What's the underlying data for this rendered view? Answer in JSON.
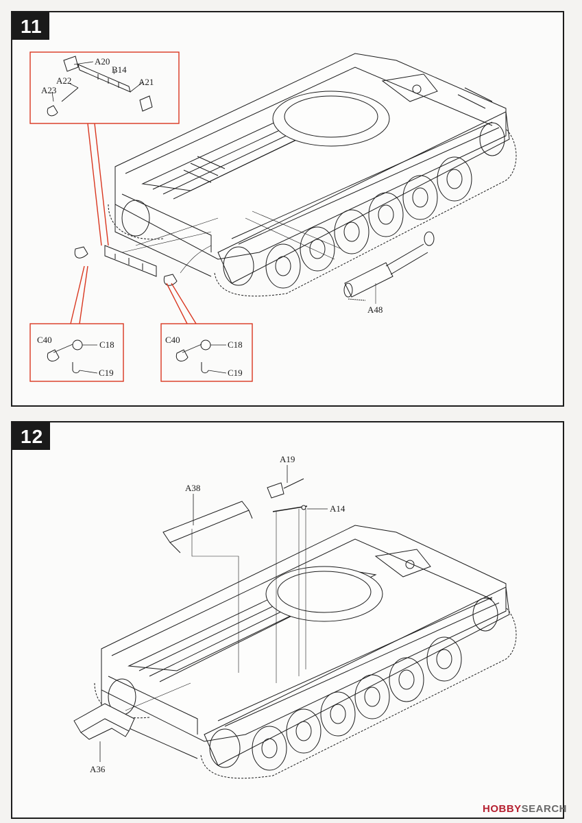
{
  "steps": [
    {
      "number": "11",
      "labels": {
        "a20": "A20",
        "b14": "B14",
        "a22": "A22",
        "a21": "A21",
        "a23": "A23",
        "a48": "A48",
        "left_c40": "C40",
        "left_c18": "C18",
        "left_c19": "C19",
        "right_c40": "C40",
        "right_c18": "C18",
        "right_c19": "C19"
      }
    },
    {
      "number": "12",
      "labels": {
        "a19": "A19",
        "a38": "A38",
        "a14": "A14",
        "a36": "A36"
      }
    }
  ],
  "watermark": {
    "brand": "HOBBY",
    "suffix": "SEARCH"
  },
  "colors": {
    "callout_red": "#d9361f",
    "ink": "#1a1a1a",
    "badge": "#1a1a1a"
  }
}
